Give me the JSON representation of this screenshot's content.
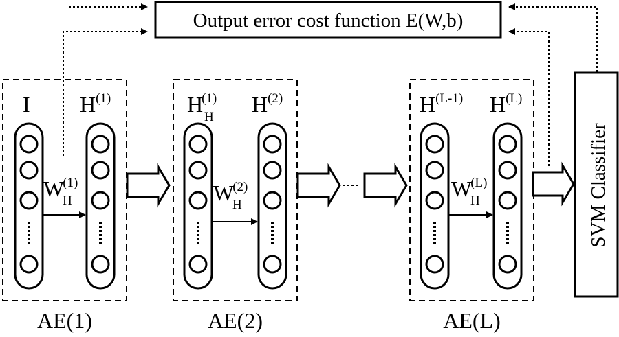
{
  "cost_function": "Output error cost function E(W,b)",
  "classifier": "SVM Classifier",
  "blocks": [
    {
      "caption": "AE(1)",
      "left_base": "I",
      "left_sup": "",
      "left_sub": "",
      "right_base": "H",
      "right_sup": "(1)",
      "weight_base": "W",
      "weight_sup": "(1)",
      "weight_sub": "H"
    },
    {
      "caption": "AE(2)",
      "left_base": "H",
      "left_sup": "(1)",
      "left_sub": "H",
      "right_base": "H",
      "right_sup": "(2)",
      "weight_base": "W",
      "weight_sup": "(2)",
      "weight_sub": "H"
    },
    {
      "caption": "AE(L)",
      "left_base": "H",
      "left_sup": "(L-1)",
      "left_sub": "",
      "right_base": "H",
      "right_sup": "(L)",
      "weight_base": "W",
      "weight_sup": "(L)",
      "weight_sub": "H"
    }
  ]
}
